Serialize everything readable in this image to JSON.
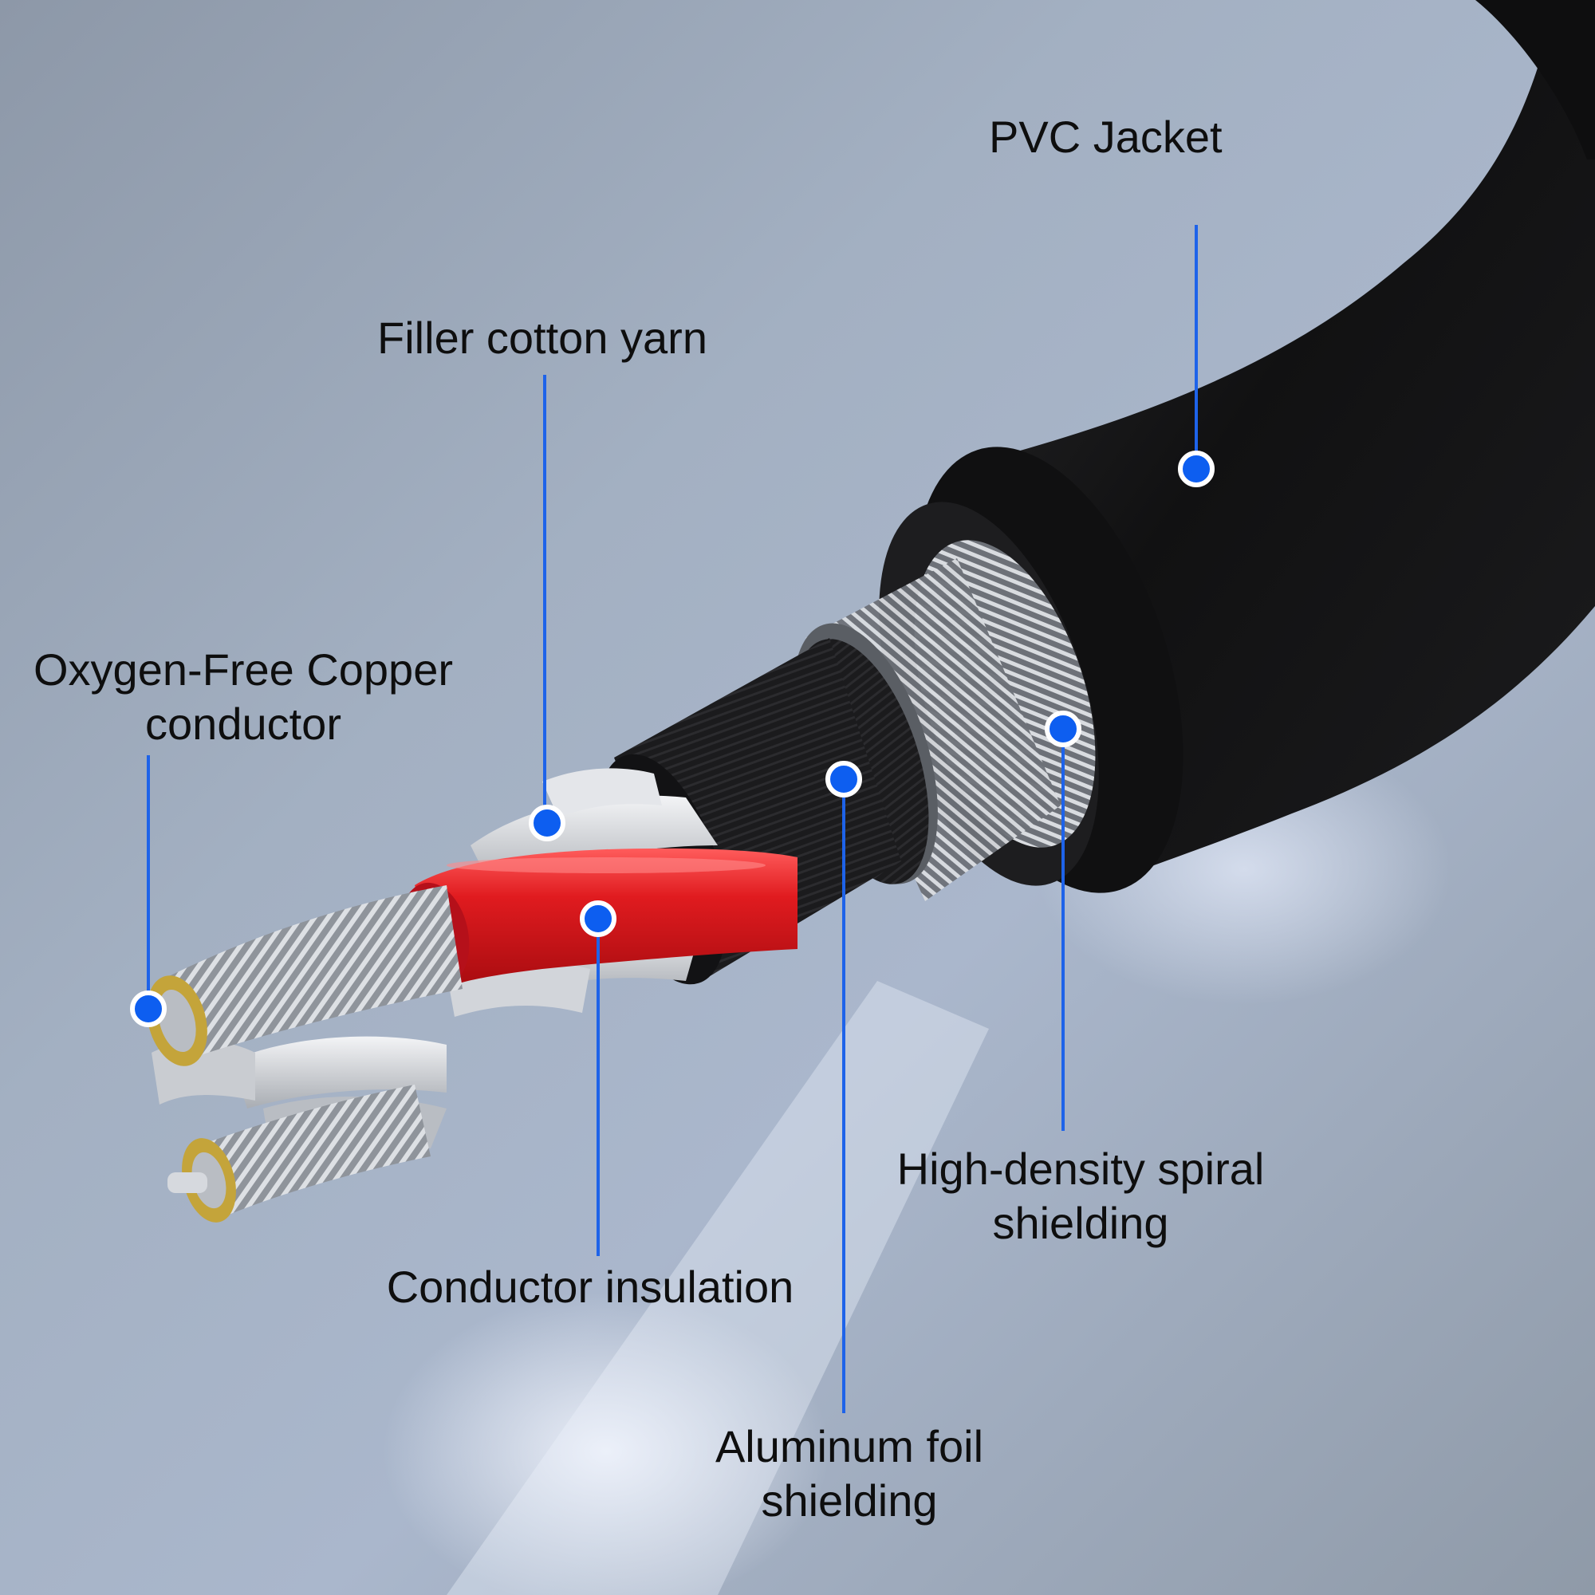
{
  "colors": {
    "leader": "#1e63e9",
    "marker_fill": "#0d5ef0",
    "marker_ring": "#ffffff",
    "label_text": "#0e0e0e",
    "jacket": "#141414",
    "insulation": "#d8141a",
    "background": "#9daab9"
  },
  "callouts": [
    {
      "id": "pvc-jacket",
      "lines": [
        "PVC Jacket"
      ]
    },
    {
      "id": "filler-cotton-yarn",
      "lines": [
        "Filler cotton yarn"
      ]
    },
    {
      "id": "oxygen-free-copper-conductor",
      "lines": [
        "Oxygen-Free Copper",
        "conductor"
      ]
    },
    {
      "id": "high-density-spiral-shielding",
      "lines": [
        "High-density spiral",
        "shielding"
      ]
    },
    {
      "id": "conductor-insulation",
      "lines": [
        "Conductor insulation"
      ]
    },
    {
      "id": "aluminum-foil-shielding",
      "lines": [
        "Aluminum foil",
        "shielding"
      ]
    }
  ]
}
